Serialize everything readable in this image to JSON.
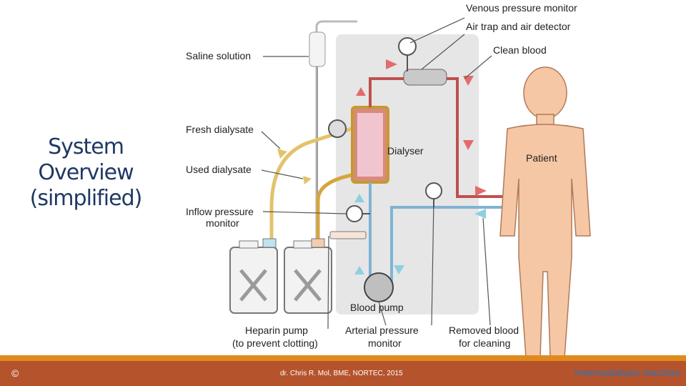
{
  "slide": {
    "title_lines": [
      "System",
      "Overview",
      "(simplified)"
    ]
  },
  "diagram": {
    "labels": {
      "venous_pressure_monitor": "Venous pressure monitor",
      "air_trap": "Air trap and air detector",
      "clean_blood": "Clean blood",
      "saline_solution": "Saline solution",
      "fresh_dialysate": "Fresh dialysate",
      "dialyser": "Dialyser",
      "patient": "Patient",
      "used_dialysate": "Used dialysate",
      "inflow_pressure_1": "Inflow pressure",
      "inflow_pressure_2": "monitor",
      "blood_pump": "Blood pump",
      "heparin_pump_1": "Heparin pump",
      "heparin_pump_2": "(to prevent clotting)",
      "arterial_pressure_1": "Arterial pressure",
      "arterial_pressure_2": "monitor",
      "removed_blood_1": "Removed blood",
      "removed_blood_2": "for cleaning"
    },
    "colors": {
      "clean_line": "#c0504d",
      "removed_line": "#7fb3d3",
      "fresh_tube": "#e3c36a",
      "machine_panel": "#e6e6e6",
      "patient_skin": "#f6c7a4"
    }
  },
  "footer": {
    "copyright": "©",
    "credit": "dr. Chris R. Mol, BME, NORTEC, 2015",
    "topic": "Haemodialysis machine",
    "band_color": "#e08a1e",
    "bar_color": "#b5532c"
  }
}
